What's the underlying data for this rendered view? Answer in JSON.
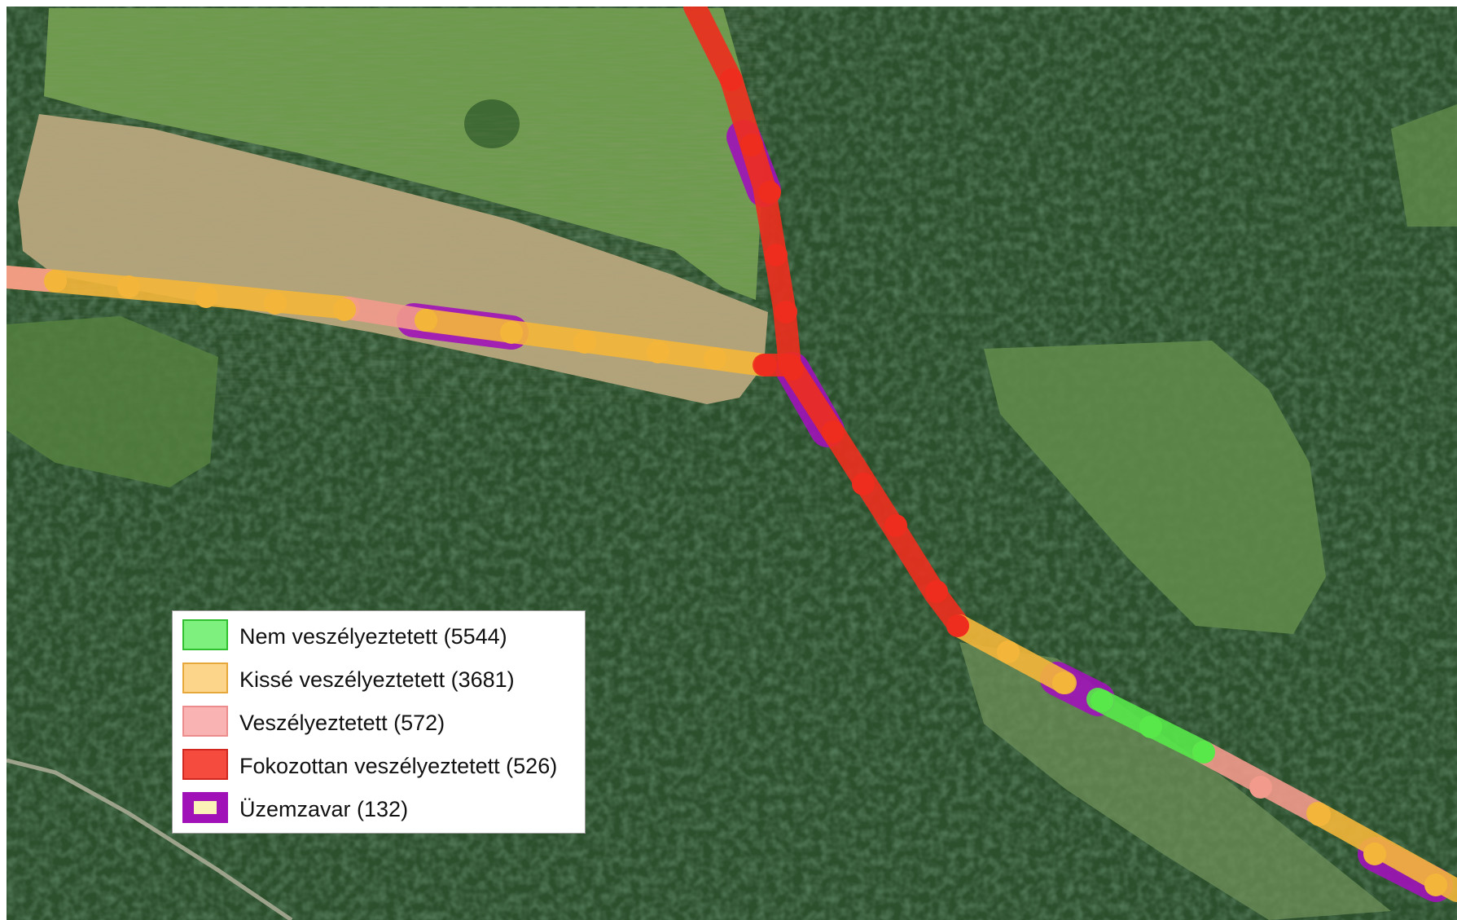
{
  "legend": {
    "items": [
      {
        "label": "Nem veszélyeztetett (5544)",
        "fill": "#7df07d",
        "border": "#2fbf2f"
      },
      {
        "label": "Kissé veszélyeztetett (3681)",
        "fill": "#fdd58a",
        "border": "#e6a83a"
      },
      {
        "label": "Veszélyeztetett (572)",
        "fill": "#f9b3b3",
        "border": "#ec8c8c"
      },
      {
        "label": "Fokozottan veszélyeztetett (526)",
        "fill": "#f54b3f",
        "border": "#d0281e"
      },
      {
        "label": "Üzemzavar (132)",
        "fill": "#fbf2b8",
        "border": "#a012b8"
      }
    ]
  },
  "colors": {
    "not_endangered": "#58e84a",
    "slightly_endangered": "#f4b63a",
    "endangered": "#f29a8c",
    "highly_endangered": "#ee2d1e",
    "outage": "#a012b8"
  }
}
